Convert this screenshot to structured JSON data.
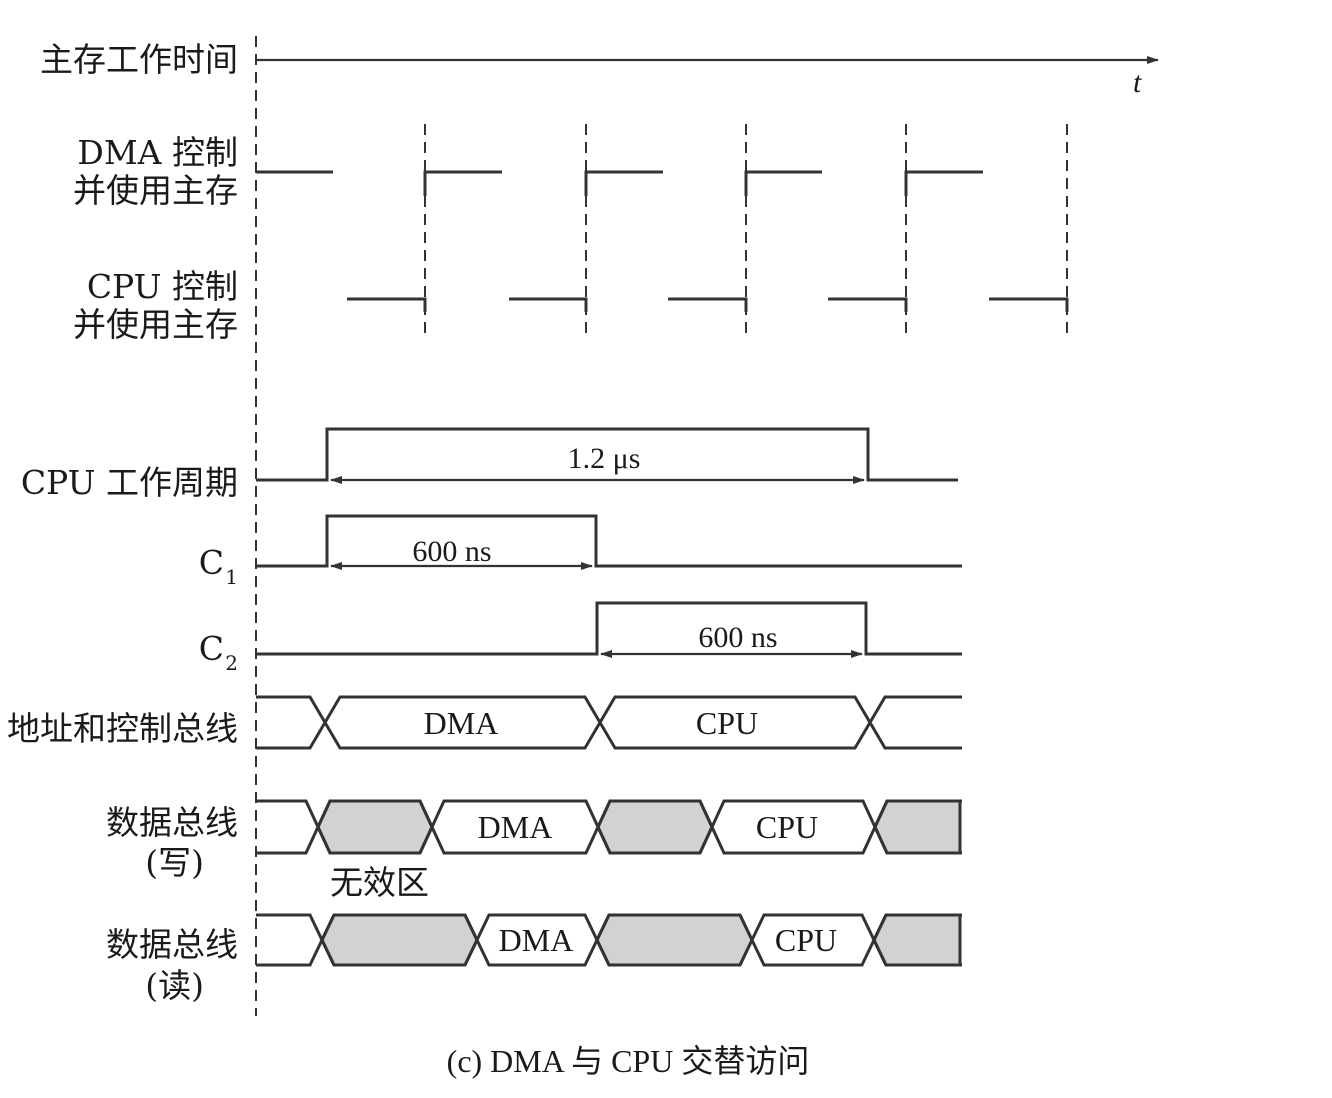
{
  "labels": {
    "main_memory_time": "主存工作时间",
    "time_symbol": "t",
    "dma_ctrl_line1": "DMA 控制",
    "dma_ctrl_line2": "并使用主存",
    "cpu_ctrl_line1": "CPU 控制",
    "cpu_ctrl_line2": "并使用主存",
    "cpu_cycle": "CPU 工作周期",
    "c1_base": "C",
    "c1_sub": "1",
    "c2_base": "C",
    "c2_sub": "2",
    "addr_ctrl_bus": "地址和控制总线",
    "data_bus_write_line1": "数据总线",
    "data_bus_write_line2": "(写)",
    "data_bus_read_line1": "数据总线",
    "data_bus_read_line2": "(读)"
  },
  "annotations": {
    "cpu_cycle_duration": "1.2 μs",
    "c1_duration": "600 ns",
    "c2_duration": "600 ns",
    "invalid_zone": "无效区"
  },
  "bus_segments": {
    "addr_dma": "DMA",
    "addr_cpu": "CPU",
    "write_dma": "DMA",
    "write_cpu": "CPU",
    "read_dma": "DMA",
    "read_cpu": "CPU"
  },
  "caption": "(c)  DMA 与 CPU 交替访问",
  "colors": {
    "ink": "#333333",
    "shade": "#d2d2d2"
  }
}
